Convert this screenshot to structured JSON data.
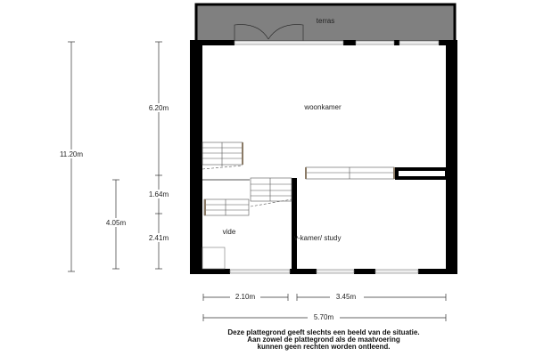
{
  "rooms": {
    "terras": "terras",
    "woonkamer": "woonkamer",
    "vide": "vide",
    "study": "v-kamer/ study"
  },
  "dimensions": {
    "total_height": "11.20m",
    "lower_height": "4.05m",
    "upper_segment": "6.20m",
    "middle_segment": "1.64m",
    "lower_segment": "2.41m",
    "left_width": "2.10m",
    "right_width": "3.45m",
    "total_width": "5.70m"
  },
  "disclaimer": [
    "Deze plattegrond geeft slechts een beeld van de situatie.",
    "Aan zowel de plattegrond als de maatvoering",
    "kunnen geen rechten worden ontleend."
  ],
  "colors": {
    "wall": "#000000",
    "terrace": "#808080",
    "stair": "#8a7a66"
  }
}
